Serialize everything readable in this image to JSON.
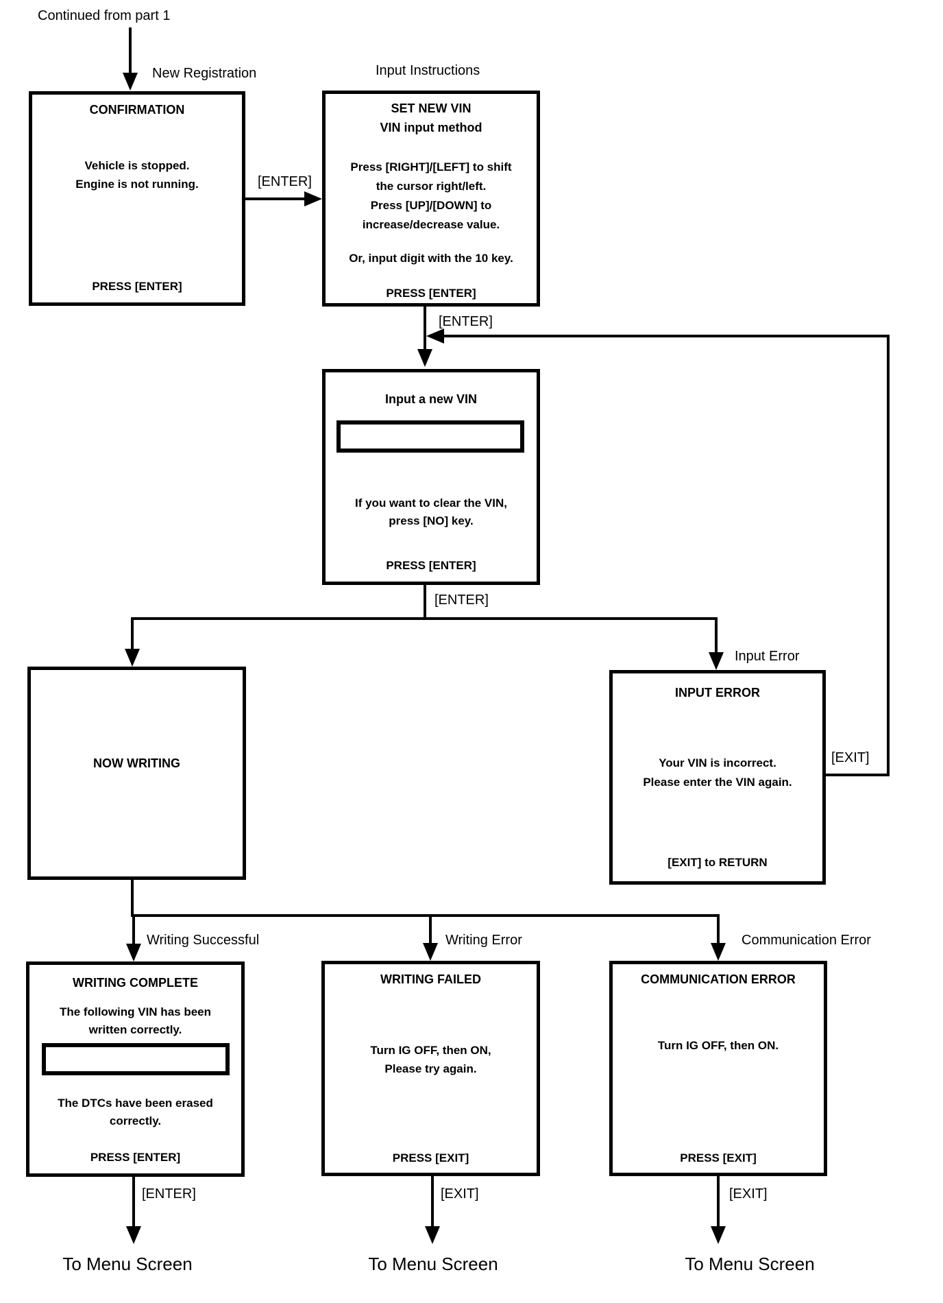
{
  "page": {
    "continued_from": "Continued from part 1"
  },
  "nodes": {
    "confirmation": {
      "branch_label": "New Registration",
      "title": "CONFIRMATION",
      "lines": [
        "Vehicle is stopped.",
        "Engine is not running."
      ],
      "footer": "PRESS [ENTER]"
    },
    "input_instructions": {
      "branch_label": "Input Instructions",
      "lines": [
        "SET NEW VIN",
        "VIN input method",
        "Press [RIGHT]/[LEFT] to shift",
        "the cursor right/left.",
        "Press [UP]/[DOWN] to",
        "increase/decrease value.",
        "Or, input digit with the 10 key."
      ],
      "footer": "PRESS [ENTER]"
    },
    "input_vin": {
      "title": "Input a new VIN",
      "vin_field_value": "",
      "lines": [
        "If you want to clear the VIN,",
        "press [NO] key."
      ],
      "footer": "PRESS [ENTER]"
    },
    "now_writing": {
      "title": "NOW WRITING"
    },
    "input_error": {
      "branch_label": "Input Error",
      "title": "INPUT ERROR",
      "lines": [
        "Your VIN is incorrect.",
        "Please enter the VIN again."
      ],
      "footer": "[EXIT] to RETURN"
    },
    "writing_complete": {
      "branch_label": "Writing Successful",
      "title": "WRITING COMPLETE",
      "lines": [
        "The following VIN has been",
        "written correctly."
      ],
      "vin_field_value": "",
      "lines2": [
        "The DTCs have been erased",
        "correctly."
      ],
      "footer": "PRESS [ENTER]"
    },
    "writing_failed": {
      "branch_label": "Writing Error",
      "title": "WRITING FAILED",
      "lines": [
        "Turn IG OFF, then ON,",
        "Please try again."
      ],
      "footer": "PRESS [EXIT]"
    },
    "communication_error": {
      "branch_label": "Communication Error",
      "title": "COMMUNICATION ERROR",
      "lines": [
        "Turn IG OFF, then ON."
      ],
      "footer": "PRESS [EXIT]"
    }
  },
  "edge_labels": {
    "confirmation_to_instructions": "[ENTER]",
    "instructions_to_input": "[ENTER]",
    "input_to_result": "[ENTER]",
    "error_return": "[EXIT]",
    "complete_to_menu": "[ENTER]",
    "failed_to_menu": "[EXIT]",
    "comm_error_to_menu": "[EXIT]"
  },
  "terminals": {
    "left": "To Menu Screen",
    "middle": "To Menu Screen",
    "right": "To Menu Screen"
  },
  "colors": {
    "line": "#000000",
    "background": "#ffffff"
  }
}
